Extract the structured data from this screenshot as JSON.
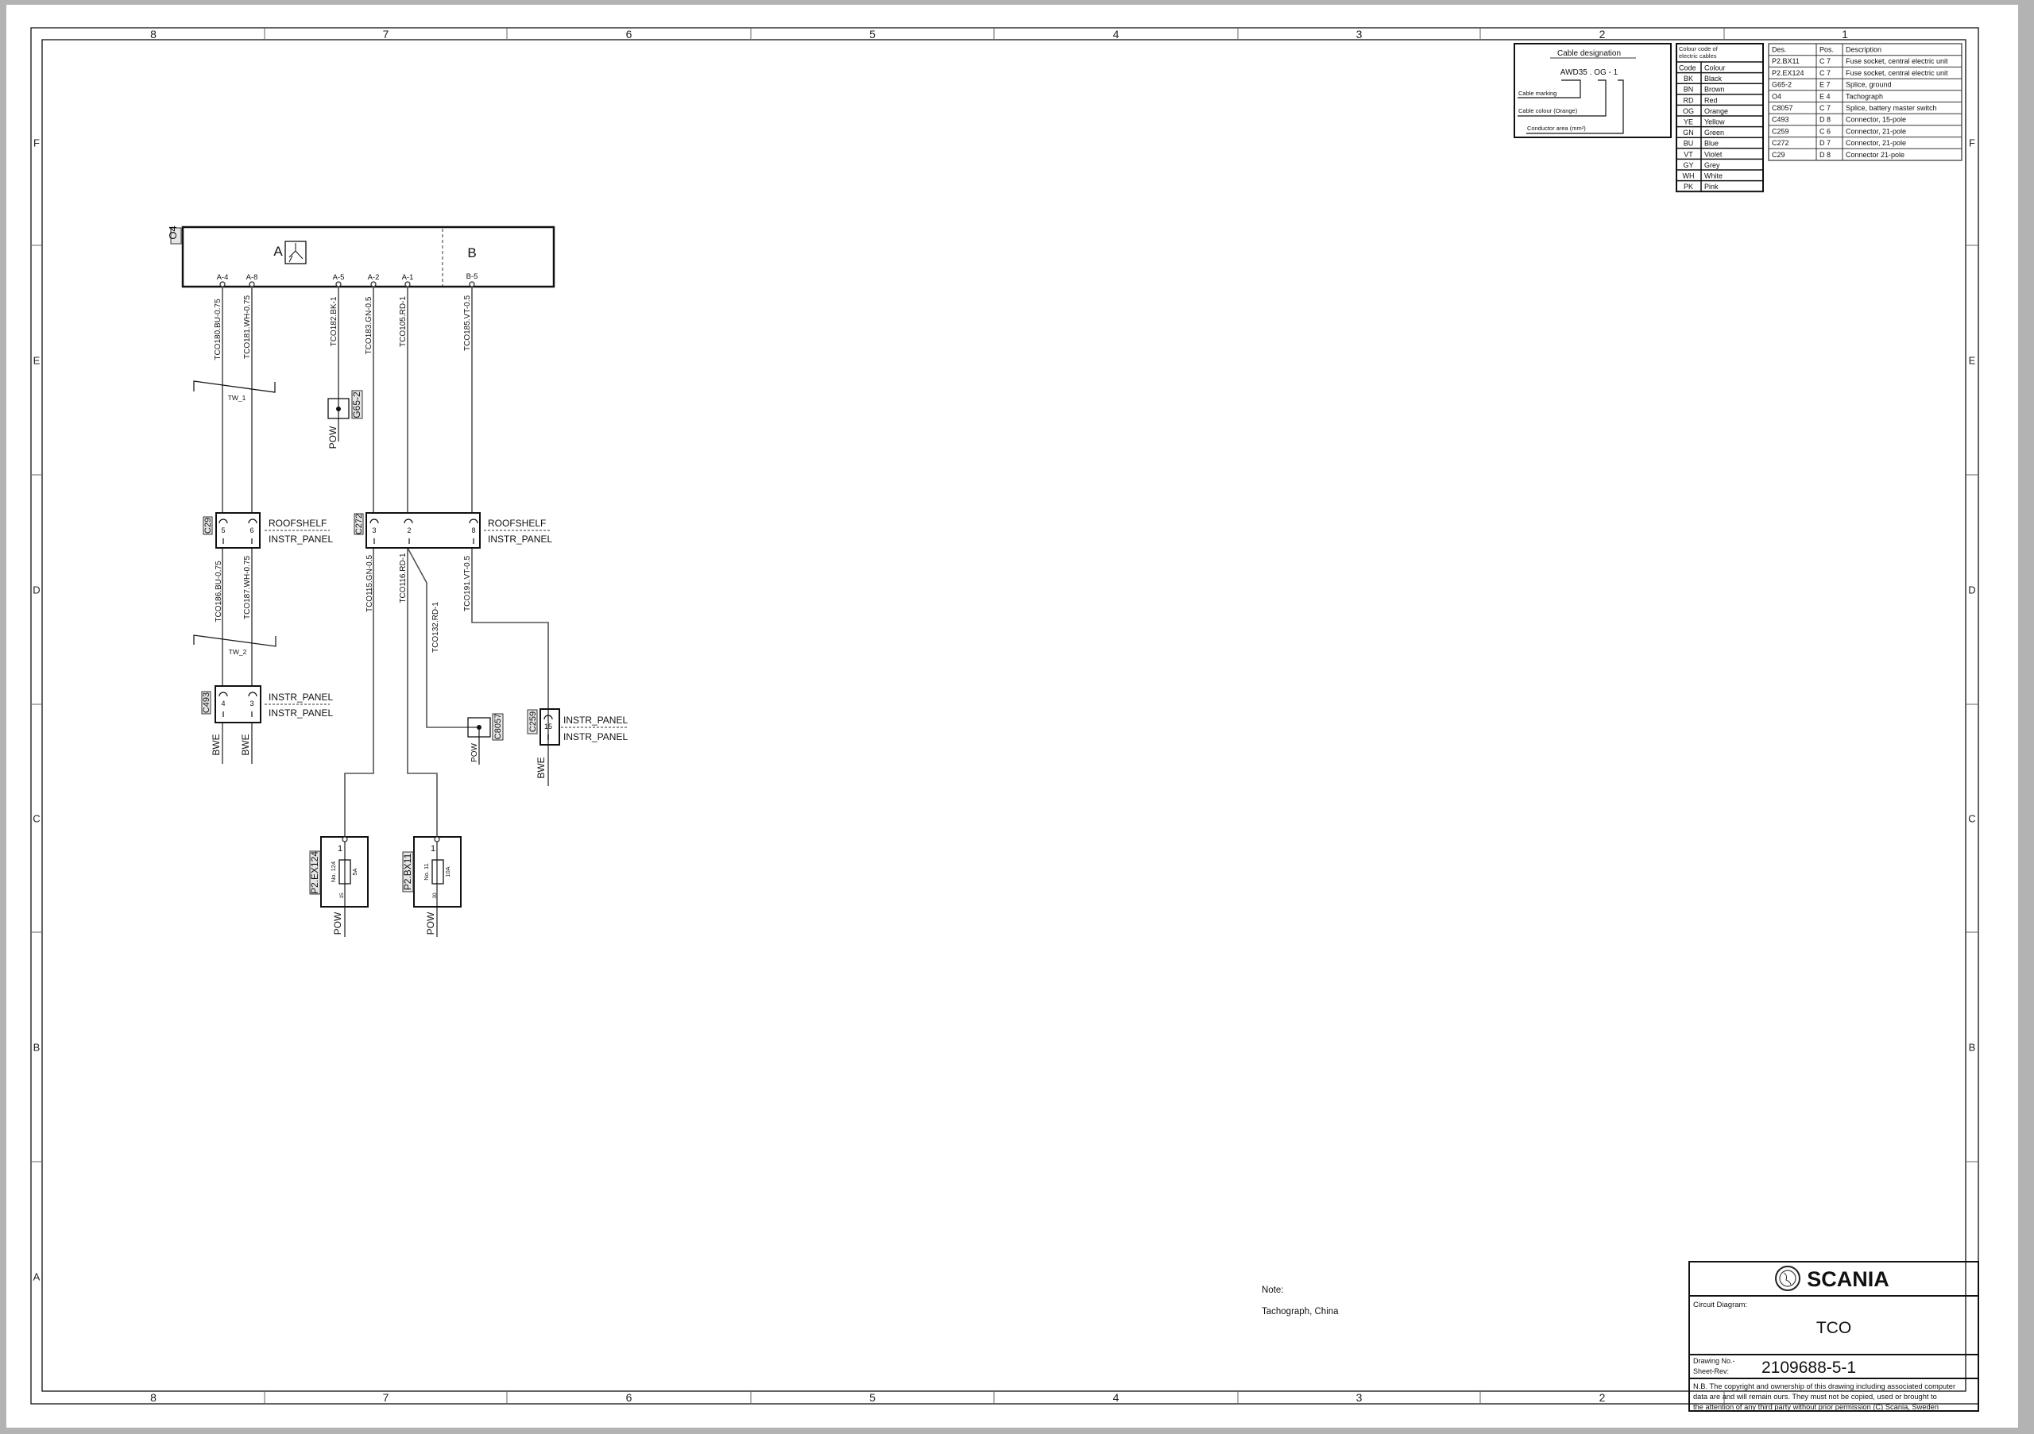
{
  "border": {
    "columns": [
      "8",
      "7",
      "6",
      "5",
      "4",
      "3",
      "2",
      "1"
    ],
    "rows": [
      "F",
      "E",
      "D",
      "C",
      "B",
      "A"
    ]
  },
  "legend": {
    "cable_designation": {
      "title": "Cable designation",
      "example": "AWD35 . OG  -  1",
      "cable_marking": "Cable marking",
      "cable_colour": "Cable colour (Orange)",
      "conductor_area": "Conductor area (mm²)"
    },
    "colour_code": {
      "title_line1": "Colour code of",
      "title_line2": "electric cables",
      "header_code": "Code",
      "header_colour": "Colour",
      "rows": [
        {
          "code": "BK",
          "colour": "Black"
        },
        {
          "code": "BN",
          "colour": "Brown"
        },
        {
          "code": "RD",
          "colour": "Red"
        },
        {
          "code": "OG",
          "colour": "Orange"
        },
        {
          "code": "YE",
          "colour": "Yellow"
        },
        {
          "code": "GN",
          "colour": "Green"
        },
        {
          "code": "BU",
          "colour": "Blue"
        },
        {
          "code": "VT",
          "colour": "Violet"
        },
        {
          "code": "GY",
          "colour": "Grey"
        },
        {
          "code": "WH",
          "colour": "White"
        },
        {
          "code": "PK",
          "colour": "Pink"
        }
      ]
    },
    "components": {
      "headers": [
        "Des.",
        "Pos.",
        "Description"
      ],
      "rows": [
        [
          "P2.BX11",
          "C 7",
          "Fuse socket, central electric unit"
        ],
        [
          "P2.EX124",
          "C 7",
          "Fuse socket, central electric unit"
        ],
        [
          "G65-2",
          "E 7",
          "Splice, ground"
        ],
        [
          "O4",
          "E 4",
          "Tachograph"
        ],
        [
          "C8057",
          "C 7",
          "Splice, battery master switch"
        ],
        [
          "C493",
          "D 8",
          "Connector, 15-pole"
        ],
        [
          "C259",
          "C 6",
          "Connector, 21-pole"
        ],
        [
          "C272",
          "D 7",
          "Connector, 21-pole"
        ],
        [
          "C29",
          "D 8",
          "Connector 21-pole"
        ]
      ]
    }
  },
  "diagram": {
    "o4": {
      "id": "O4",
      "section_a": "A",
      "section_b": "B",
      "pins": [
        "A-4",
        "A-8",
        "A-5",
        "A-2",
        "A-1",
        "B-5"
      ]
    },
    "wires_top": [
      "TCO180.BU-0.75",
      "TCO181.WH-0.75",
      "TCO182.BK-1",
      "TCO183.GN-0.5",
      "TCO105.RD-1",
      "TCO185.VT-0.5"
    ],
    "tw1": "TW_1",
    "tw2": "TW_2",
    "g65": {
      "id": "G65-2",
      "pow": "POW"
    },
    "c29": {
      "id": "C29",
      "pins": [
        "5",
        "6"
      ],
      "upper": "ROOFSHELF",
      "lower": "INSTR_PANEL"
    },
    "c272": {
      "id": "C272",
      "pins": [
        "3",
        "2",
        "8"
      ],
      "upper": "ROOFSHELF",
      "lower": "INSTR_PANEL"
    },
    "wires_mid": [
      "TCO186.BU-0.75",
      "TCO187.WH-0.75",
      "TCO115.GN-0.5",
      "TCO116.RD-1",
      "TCO132.RD-1",
      "TCO191.VT-0.5"
    ],
    "c493": {
      "id": "C493",
      "pins": [
        "4",
        "3"
      ],
      "upper": "INSTR_PANEL",
      "lower": "INSTR_PANEL",
      "ends": [
        "BWE",
        "BWE"
      ]
    },
    "c8057": {
      "id": "C8057",
      "pow": "POW"
    },
    "c259": {
      "id": "C259",
      "pin": "15",
      "upper": "INSTR_PANEL",
      "lower": "INSTR_PANEL",
      "end": "BWE"
    },
    "fuse1": {
      "id": "P2.EX124",
      "pin": "1",
      "no": "No. 124",
      "rating": "5A",
      "bottom": "15",
      "pow": "POW"
    },
    "fuse2": {
      "id": "P2.BX11",
      "pin": "1",
      "no": "No. 11",
      "rating": "10A",
      "bottom": "30",
      "pow": "POW"
    }
  },
  "note": {
    "label": "Note:",
    "text": "Tachograph, China"
  },
  "title_block": {
    "logo": "SCANIA",
    "circuit_label": "Circuit Diagram:",
    "circuit_name": "TCO",
    "drawing_label_1": "Drawing No.-",
    "drawing_label_2": "Sheet-Rev:",
    "drawing_no": "2109688-5-1",
    "copyright_1": "N.B. The copyright and ownership of this drawing including associated computer",
    "copyright_2": "data are and will remain ours. They must not be copied, used or brought to",
    "copyright_3": "the attention of any third party without prior permission (C) Scania, Sweden"
  }
}
